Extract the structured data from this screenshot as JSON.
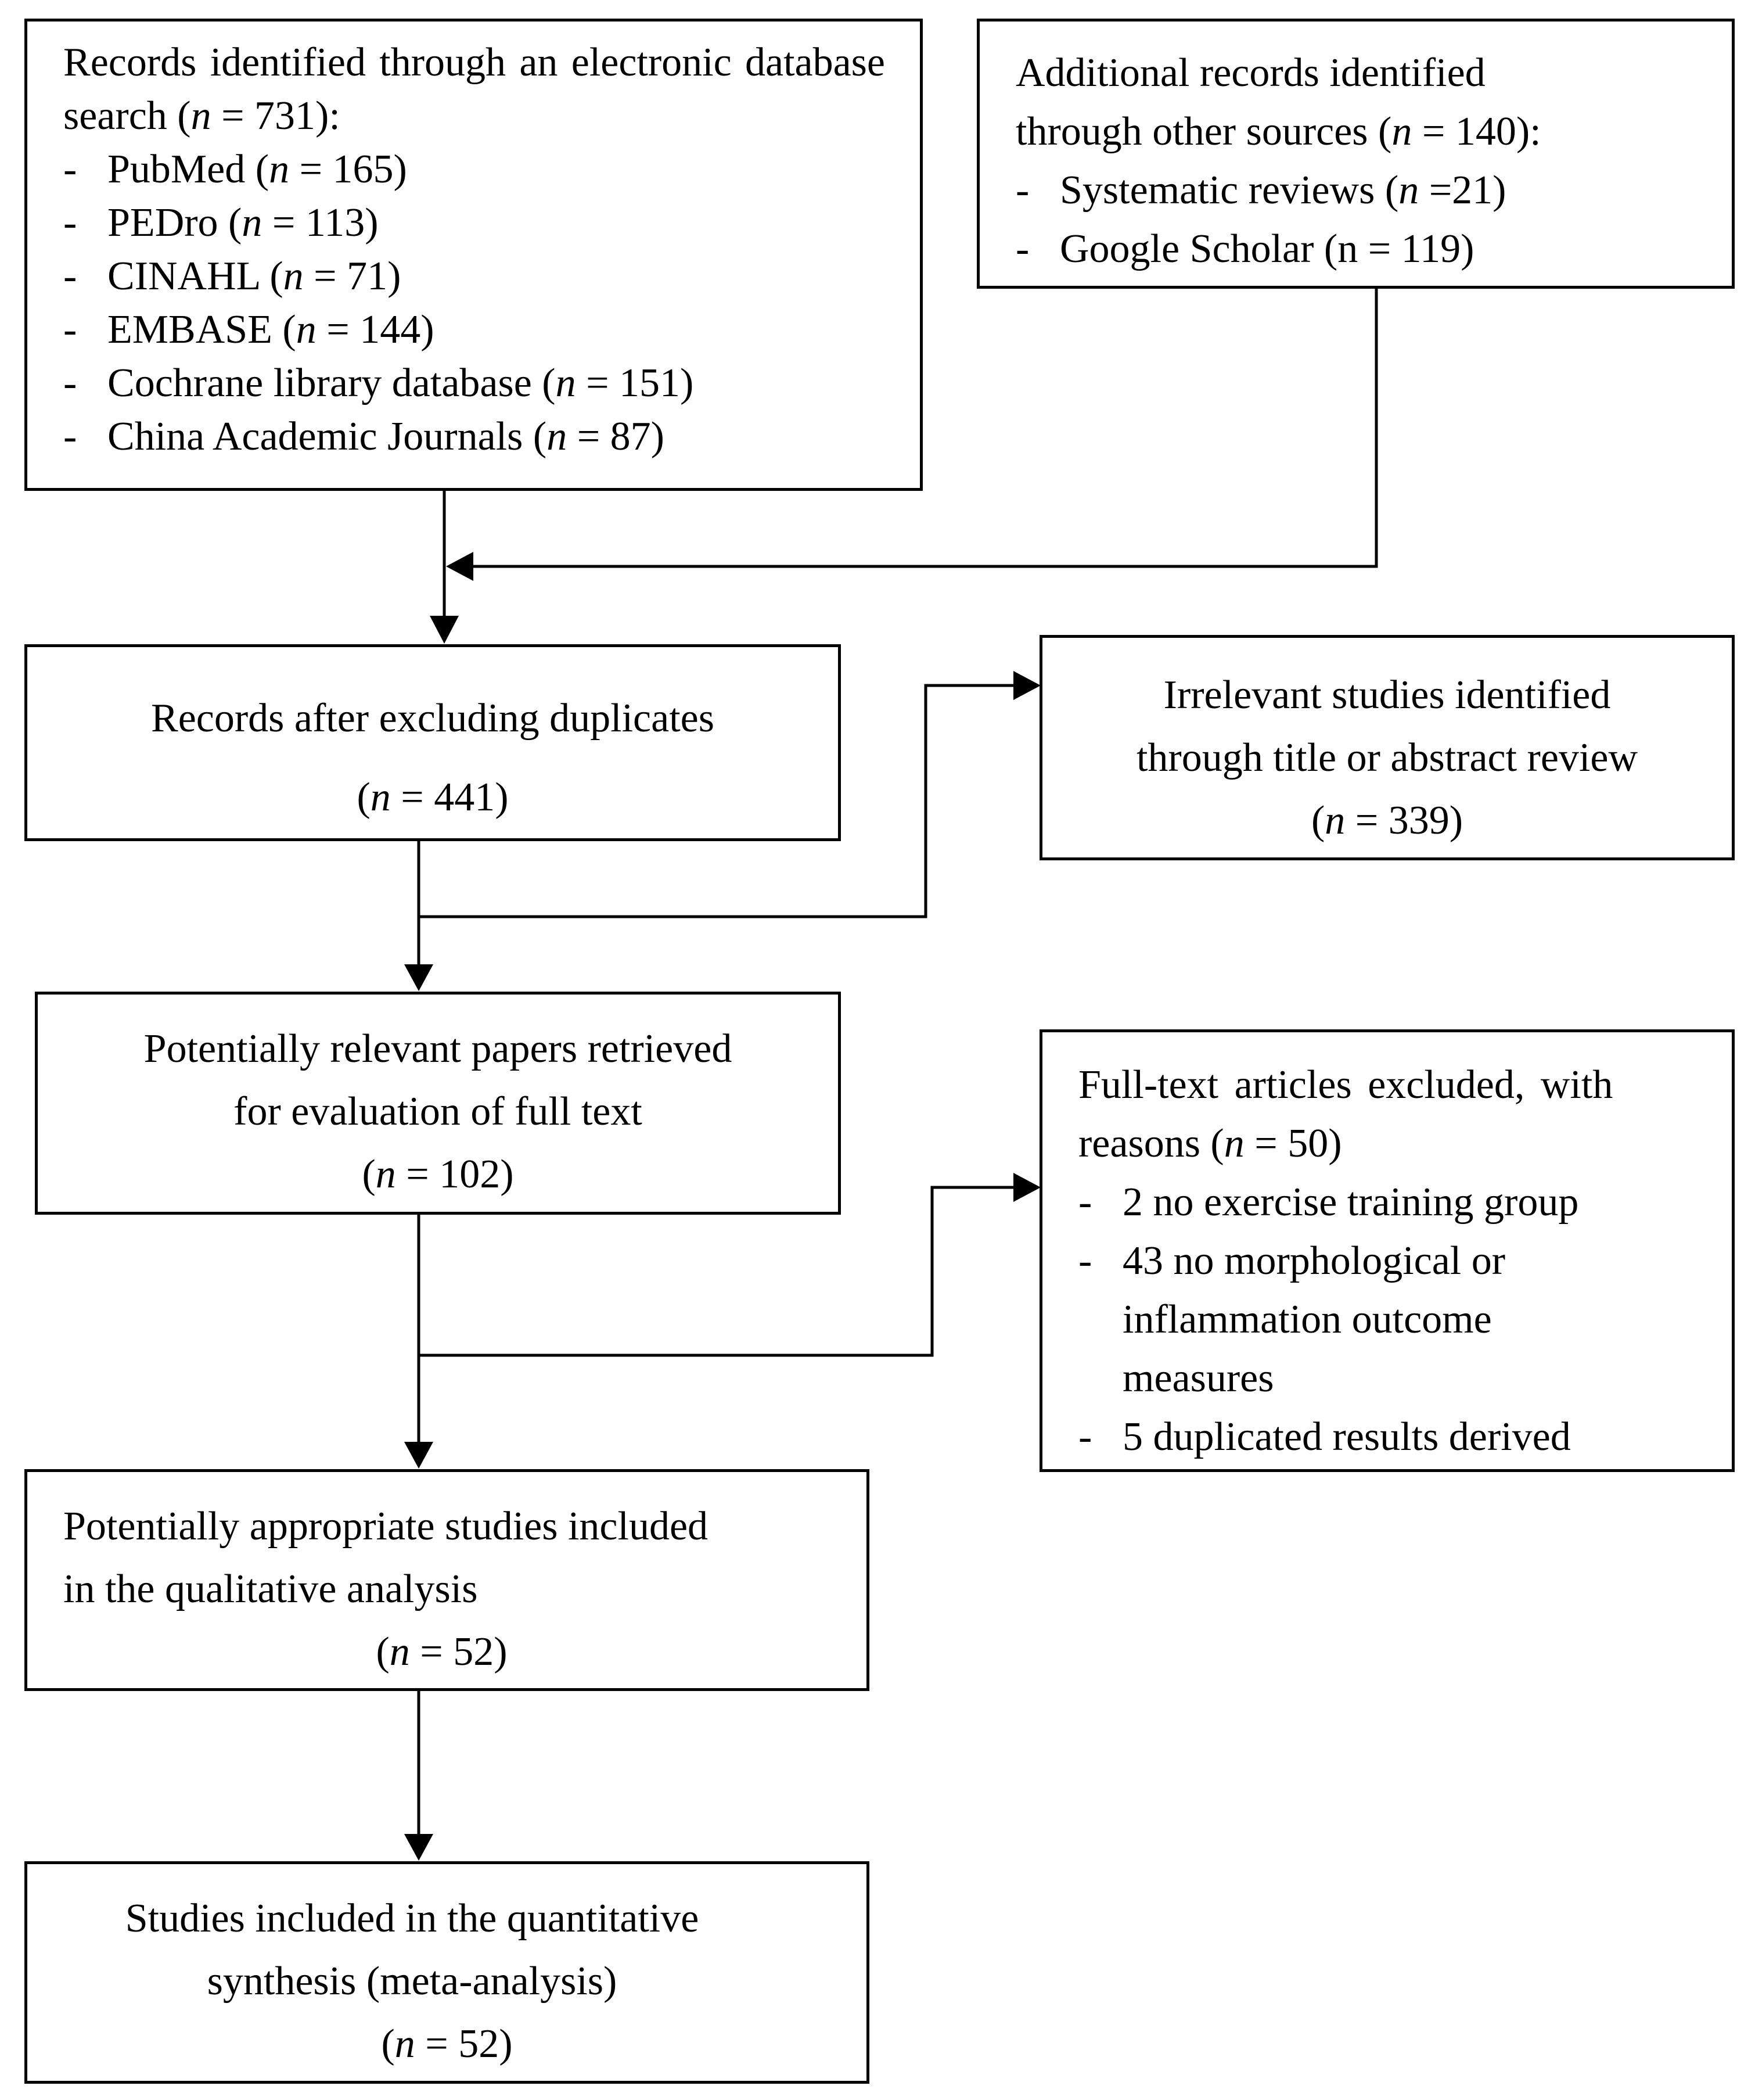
{
  "boxes": {
    "identified_db": {
      "intro_pre": "Records identified through an electronic database search (",
      "intro_n": "n",
      "intro_post": " = 731):",
      "items": [
        {
          "pre": "PubMed (",
          "n": "n",
          "post": " = 165)"
        },
        {
          "pre": "PEDro (",
          "n": "n",
          "post": " = 113)"
        },
        {
          "pre": "CINAHL (",
          "n": "n",
          "post": " = 71)"
        },
        {
          "pre": "EMBASE (",
          "n": "n",
          "post": " = 144)"
        },
        {
          "pre": "Cochrane library database (",
          "n": "n",
          "post": " = 151)"
        },
        {
          "pre": "China Academic Journals (",
          "n": "n",
          "post": " = 87)"
        }
      ]
    },
    "identified_other": {
      "line1": "Additional records identified",
      "line2_pre": "through other sources (",
      "line2_n": "n",
      "line2_post": " = 140):",
      "items": [
        {
          "pre": "Systematic reviews (",
          "n": "n",
          "post": " =21)"
        },
        {
          "pre": "Google Scholar (n = 119)",
          "n": "",
          "post": ""
        }
      ]
    },
    "after_duplicates": {
      "line1": "Records after excluding duplicates",
      "pre": "(",
      "n": "n",
      "post": " = 441)"
    },
    "irrelevant": {
      "line1": "Irrelevant studies identified",
      "line2": "through title or abstract review",
      "pre": "(",
      "n": "n",
      "post": " = 339)"
    },
    "full_text": {
      "line1": "Potentially relevant papers retrieved",
      "line2": "for evaluation of full text",
      "pre": "(",
      "n": "n",
      "post": " = 102)"
    },
    "excluded": {
      "line1": "Full-text articles excluded, with",
      "line2_pre": "reasons (",
      "line2_n": "n",
      "line2_post": " = 50)",
      "items": [
        {
          "lines": [
            "2 no exercise training group"
          ]
        },
        {
          "lines": [
            "43 no morphological or",
            "inflammation outcome",
            "measures"
          ]
        },
        {
          "lines": [
            "5 duplicated results derived"
          ]
        }
      ]
    },
    "qualitative": {
      "line1": "Potentially appropriate studies included",
      "line2": "in the qualitative analysis",
      "pre": "(",
      "n": "n",
      "post": " = 52)"
    },
    "quantitative": {
      "line1": "Studies included in the quantitative",
      "line2": "synthesis (meta-analysis)",
      "pre": "(",
      "n": "n",
      "post": " = 52)"
    }
  },
  "bullet": "-"
}
